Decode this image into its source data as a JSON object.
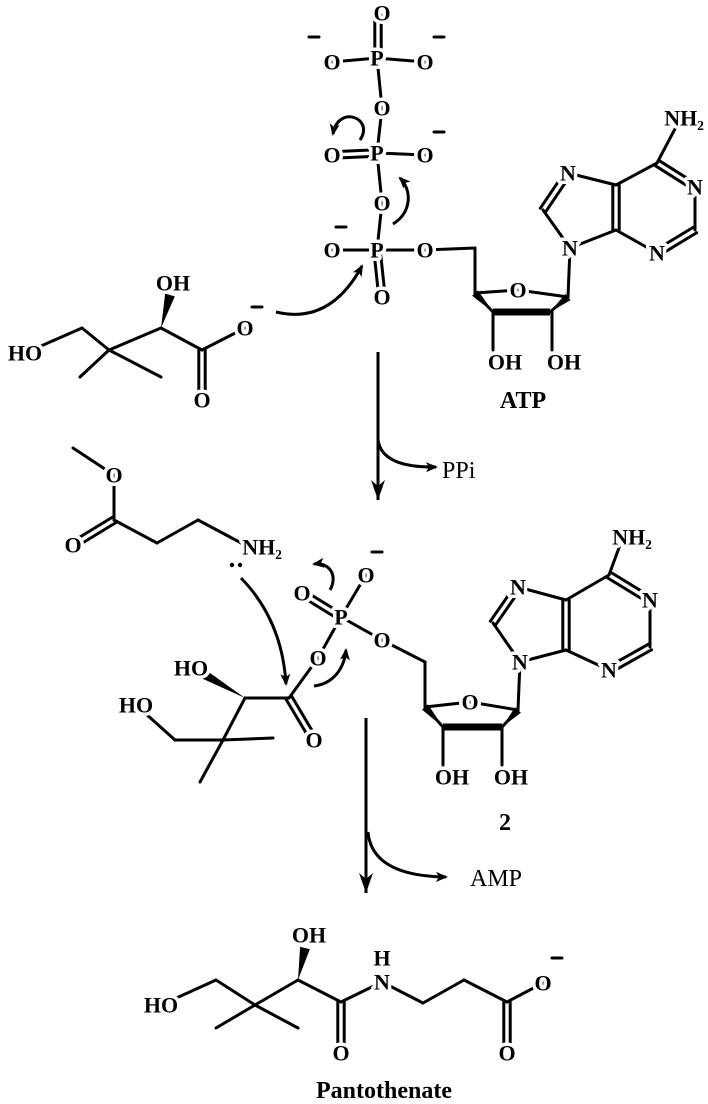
{
  "compounds": {
    "atp": "ATP",
    "intermediate": "2",
    "product": "Pantothenate"
  },
  "byproducts": {
    "step1": "PPi",
    "step2": "AMP"
  },
  "atom_labels": [
    "O",
    "P",
    "O",
    "O",
    "O",
    "P",
    "O",
    "O",
    "O",
    "P",
    "O",
    "O",
    "O",
    "O",
    "OH",
    "OH",
    "N",
    "N",
    "NH₂",
    "N",
    "N",
    "HO",
    "OH",
    "O",
    "O",
    "O",
    "O",
    "NH₂",
    "HO",
    "HO",
    "O",
    "O",
    "P",
    "O",
    "O",
    "O",
    "O",
    "OH",
    "OH",
    "N",
    "N",
    "NH₂",
    "N",
    "N",
    "HO",
    "OH",
    "O",
    "N",
    "H",
    "O",
    "O"
  ]
}
